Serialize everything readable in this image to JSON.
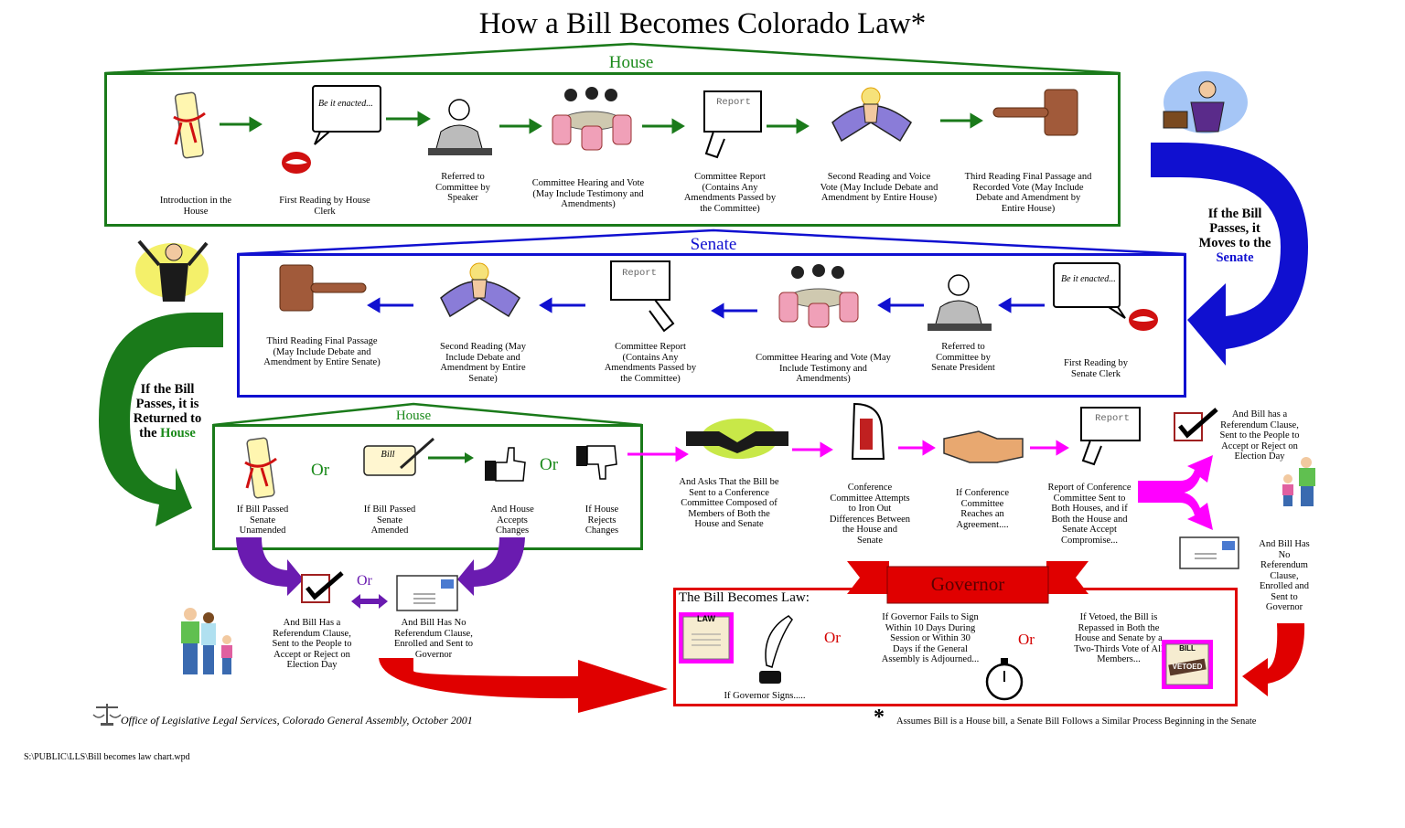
{
  "title": "How a Bill Becomes Colorado Law*",
  "colors": {
    "house": "#1a7a1a",
    "senate": "#1010d0",
    "governor": "#e00000",
    "conference": "#ff00ff",
    "returned": "#6a1bb0"
  },
  "house": {
    "label": "House",
    "steps": [
      {
        "icon": "scroll-icon",
        "caption": "Introduction in the House"
      },
      {
        "icon": "speech-bubble-icon",
        "bubble": "Be it enacted...",
        "caption": "First Reading by House Clerk"
      },
      {
        "icon": "speaker-at-desk-icon",
        "caption": "Referred to Committee by Speaker"
      },
      {
        "icon": "committee-meeting-icon",
        "caption": "Committee Hearing and Vote (May Include Testimony and Amendments)"
      },
      {
        "icon": "report-icon",
        "report": "Report",
        "caption": "Committee Report (Contains Any Amendments Passed by the Committee)"
      },
      {
        "icon": "arm-wrestle-icon",
        "caption": "Second Reading and Voice Vote (May Include Debate and Amendment by Entire House)"
      },
      {
        "icon": "gavel-icon",
        "caption": "Third Reading Final Passage and Recorded Vote (May Include Debate and Amendment by Entire House)"
      }
    ]
  },
  "to_senate": {
    "line1": "If the Bill",
    "line2": "Passes, it",
    "line3": "Moves to the",
    "line4": "Senate"
  },
  "senate": {
    "label": "Senate",
    "steps": [
      {
        "icon": "gavel-icon",
        "caption": "Third Reading Final Passage (May Include Debate and Amendment by Entire Senate)"
      },
      {
        "icon": "arm-wrestle-icon",
        "caption": "Second Reading (May Include Debate and Amendment by Entire Senate)"
      },
      {
        "icon": "report-icon",
        "report": "Report",
        "caption": "Committee Report (Contains Any Amendments Passed by the Committee)"
      },
      {
        "icon": "committee-meeting-icon",
        "caption": "Committee Hearing and Vote (May Include Testimony and Amendments)"
      },
      {
        "icon": "president-at-desk-icon",
        "caption": "Referred to Committee by Senate President"
      },
      {
        "icon": "speech-bubble-icon",
        "bubble": "Be it enacted...",
        "caption": "First Reading by Senate Clerk"
      }
    ]
  },
  "returned": {
    "line1": "If the Bill",
    "line2": "Passes, it is",
    "line3": "Returned to",
    "line4": "the",
    "line5": "House"
  },
  "house_return": {
    "label": "House",
    "unamended": "If Bill Passed Senate Unamended",
    "amended": "If Bill Passed Senate Amended",
    "scroll": "Bill",
    "accepts": "And House Accepts Changes",
    "rejects": "If House Rejects Changes",
    "or": "Or"
  },
  "left_outcomes": {
    "or": "Or",
    "referendum": "And Bill Has a Referendum Clause, Sent to the People to Accept or Reject on Election Day",
    "no_referendum": "And Bill Has No Referendum Clause, Enrolled and Sent to Governor"
  },
  "conference": {
    "asks": "And Asks That the Bill be Sent to a Conference Committee Composed of Members of Both the House and Senate",
    "iron": "Conference Committee Attempts to Iron Out Differences Between the House and Senate",
    "agreement": "If Conference Committee Reaches an Agreement....",
    "report": "Report",
    "report_caption": "Report of Conference Committee Sent to Both Houses, and if Both the House and Senate Accept Compromise..."
  },
  "right_outcomes": {
    "referendum": "And Bill has a Referendum Clause, Sent to the People to Accept or Reject on Election Day",
    "no_referendum": "And Bill Has No Referendum Clause, Enrolled and Sent to Governor"
  },
  "governor": {
    "banner": "Governor",
    "becomes_law": "The Bill Becomes Law:",
    "law_doc": "LAW",
    "signs": "If Governor Signs.....",
    "or": "Or",
    "fails_to_sign": "If Governor Fails to Sign Within 10 Days During Session or Within 30 Days if the General Assembly is Adjourned...",
    "vetoed": "If Vetoed, the Bill is Repassed in Both the House and Senate by a Two-Thirds Vote of All Members...",
    "veto_doc_top": "BILL",
    "veto_doc_stamp": "VETOED"
  },
  "footer": {
    "office": "Office of Legislative Legal Services, Colorado General Assembly, October 2001",
    "asterisk": "*",
    "assumes": "Assumes Bill is a House bill, a Senate Bill Follows a Similar Process Beginning in the Senate",
    "path": "S:\\PUBLIC\\LLS\\Bill becomes law chart.wpd"
  }
}
